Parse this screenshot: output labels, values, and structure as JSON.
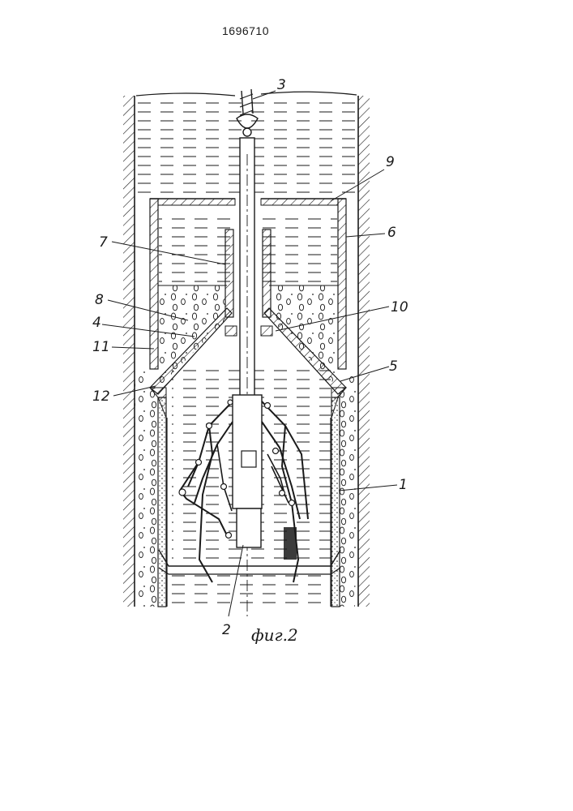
{
  "document": {
    "number": "1696710"
  },
  "figure": {
    "caption": "фиг.2",
    "callouts": [
      {
        "id": "1",
        "label": "1"
      },
      {
        "id": "2",
        "label": "2"
      },
      {
        "id": "3",
        "label": "3"
      },
      {
        "id": "4",
        "label": "4"
      },
      {
        "id": "5",
        "label": "5"
      },
      {
        "id": "6",
        "label": "6"
      },
      {
        "id": "7",
        "label": "7"
      },
      {
        "id": "8",
        "label": "8"
      },
      {
        "id": "9",
        "label": "9"
      },
      {
        "id": "10",
        "label": "10"
      },
      {
        "id": "11",
        "label": "11"
      },
      {
        "id": "12",
        "label": "12"
      }
    ]
  },
  "colors": {
    "ink": "#1a1a1a",
    "paper": "#ffffff"
  }
}
